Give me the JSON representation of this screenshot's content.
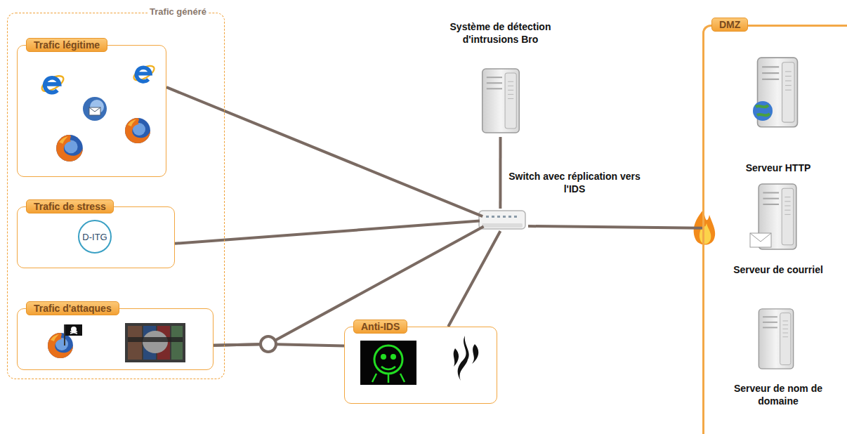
{
  "diagram": {
    "nodes": [
      {
        "text": [
          "Trafic généré"
        ]
      },
      {
        "text": [
          "Trafic légitime"
        ],
        "in": 0
      },
      {
        "text": [
          "Trafic de stress"
        ],
        "in": 0
      },
      {
        "text": [
          "D-ITG"
        ],
        "in": 2
      },
      {
        "text": [
          "Trafic d'attaques"
        ],
        "in": 0
      },
      {
        "text": [
          "Système de détection d'intrusions Bro"
        ]
      },
      {
        "text": [
          "Switch avec réplication vers l'IDS"
        ]
      },
      {
        "text": [
          "Anti-IDS"
        ]
      },
      {
        "text": [
          "DMZ"
        ]
      },
      {
        "text": [
          "Serveur HTTP"
        ],
        "in": 8
      },
      {
        "text": [
          "Serveur de courriel"
        ],
        "in": 8
      },
      {
        "text": [
          "Serveur de nom de domaine"
        ],
        "in": 8
      }
    ],
    "edges": [
      {
        "from": 1,
        "to": 6,
        "arrow": "none"
      },
      {
        "from": 2,
        "to": 6,
        "arrow": "none"
      },
      {
        "from": 4,
        "to": 6,
        "arrow": "none"
      },
      {
        "from": 4,
        "to": 7,
        "arrow": "none"
      },
      {
        "from": 7,
        "to": 6,
        "arrow": "none"
      },
      {
        "from": 5,
        "to": 6,
        "arrow": "none"
      },
      {
        "from": 6,
        "to": 8,
        "arrow": "none"
      }
    ]
  }
}
